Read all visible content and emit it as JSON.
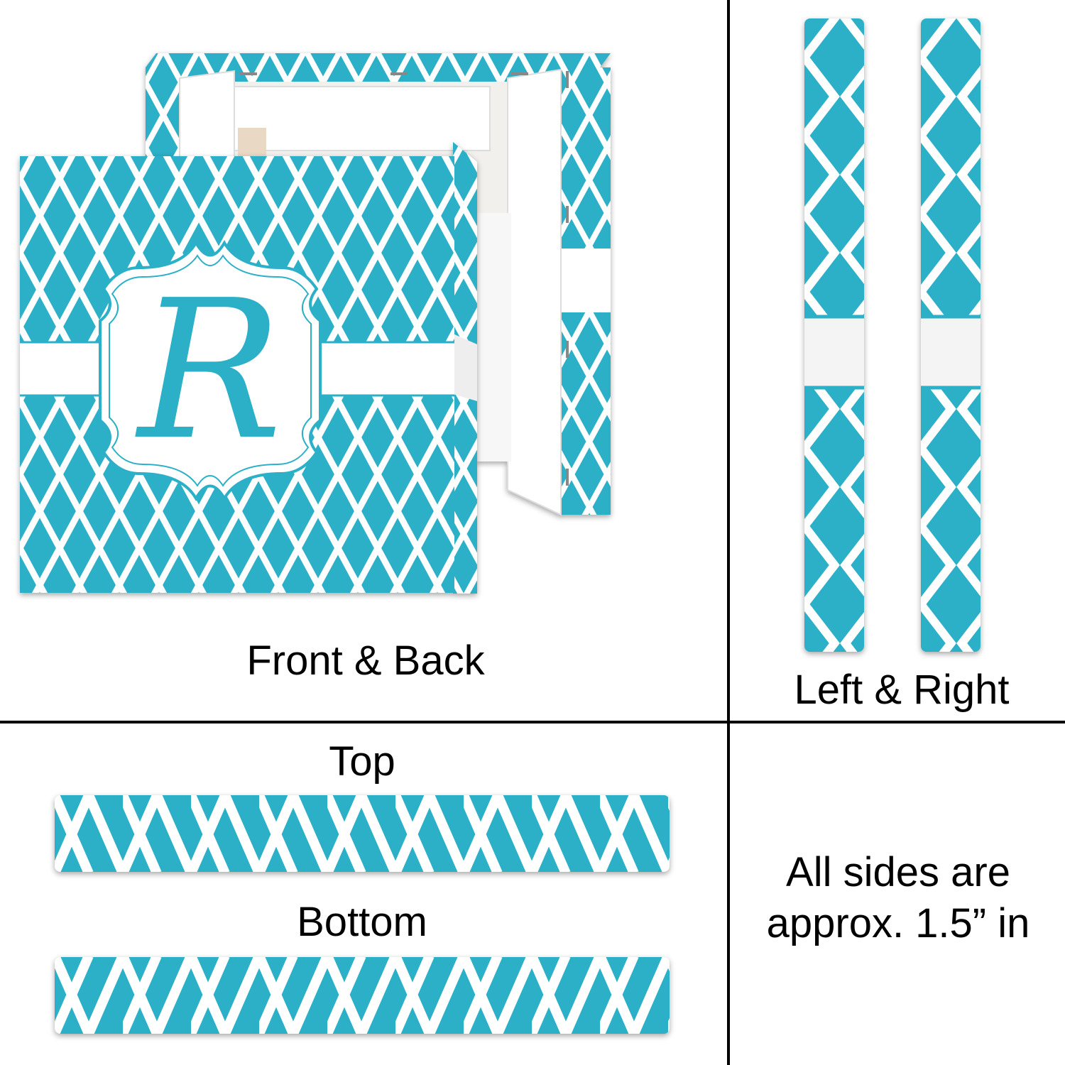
{
  "colors": {
    "teal": "#2bb0c8",
    "white": "#ffffff",
    "divider": "#000000"
  },
  "monogram": "R",
  "panels": {
    "front_back": {
      "label": "Front & Back"
    },
    "left_right": {
      "label": "Left & Right"
    },
    "top": {
      "label": "Top"
    },
    "bottom": {
      "label": "Bottom"
    },
    "note": {
      "line1": "All sides are",
      "line2": "approx. 1.5” in"
    }
  }
}
